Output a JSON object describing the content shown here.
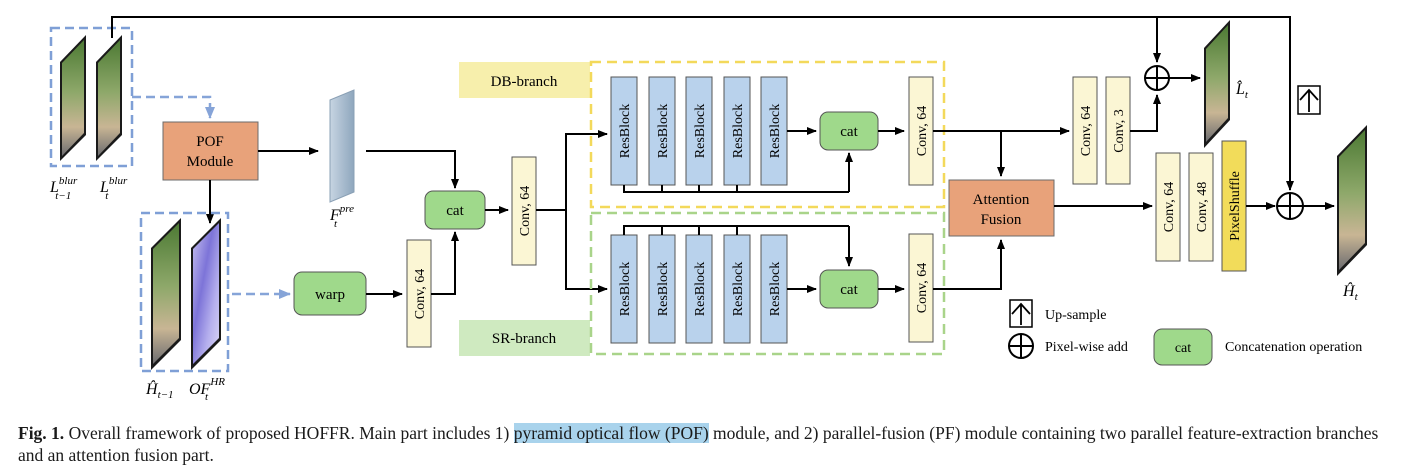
{
  "diagram": {
    "db_branch_label": "DB-branch",
    "sr_branch_label": "SR-branch",
    "pof_module_line1": "POF",
    "pof_module_line2": "Module",
    "warp_label": "warp",
    "cat_label": "cat",
    "conv64_label": "Conv, 64",
    "conv3_label": "Conv, 3",
    "conv48_label": "Conv, 48",
    "resblock_label": "ResBlock",
    "attention_line1": "Attention",
    "attention_line2": "Fusion",
    "pixelshuffle_label": "PixelShuffle",
    "inputs": {
      "l_blur_prev": {
        "base": "L",
        "sup": "blur",
        "sub": "t−1"
      },
      "l_blur_t": {
        "base": "L",
        "sup": "blur",
        "sub": "t"
      },
      "f_pre": {
        "base": "F",
        "sup": "pre",
        "sub": "t"
      },
      "h_prev": {
        "base": "Ĥ",
        "sub": "t−1"
      },
      "of_hr": {
        "base": "OF",
        "sup": "HR",
        "sub": "t"
      },
      "l_hat_t": {
        "base": "L̂",
        "sub": "t"
      },
      "h_hat_t": {
        "base": "Ĥ",
        "sub": "t"
      }
    },
    "legend": {
      "upsample": "Up-sample",
      "pixelwise_add": "Pixel-wise add",
      "cat_box": "cat",
      "concat": "Concatenation operation"
    },
    "colors": {
      "pof": "#e8a27a",
      "cat": "#9fd98b",
      "resblock": "#b9d2ec",
      "conv": "#fbf6d4",
      "pixelshuffle": "#f2dc5a",
      "db_dash": "#f3d95b",
      "sr_dash": "#a9d48a",
      "input_dash": "#7f9fd6",
      "db_label_bg": "#f7efac",
      "sr_label_bg": "#cfeac0",
      "fpre": "#9fb4c8"
    }
  },
  "caption": {
    "fig_label": "Fig. 1.",
    "part1": " Overall framework of proposed HOFFR. Main part includes 1) ",
    "highlight": "pyramid optical flow (POF)",
    "part2": " module, and 2) parallel-fusion (PF) module containing two parallel feature-extraction branches and an attention fusion part."
  }
}
